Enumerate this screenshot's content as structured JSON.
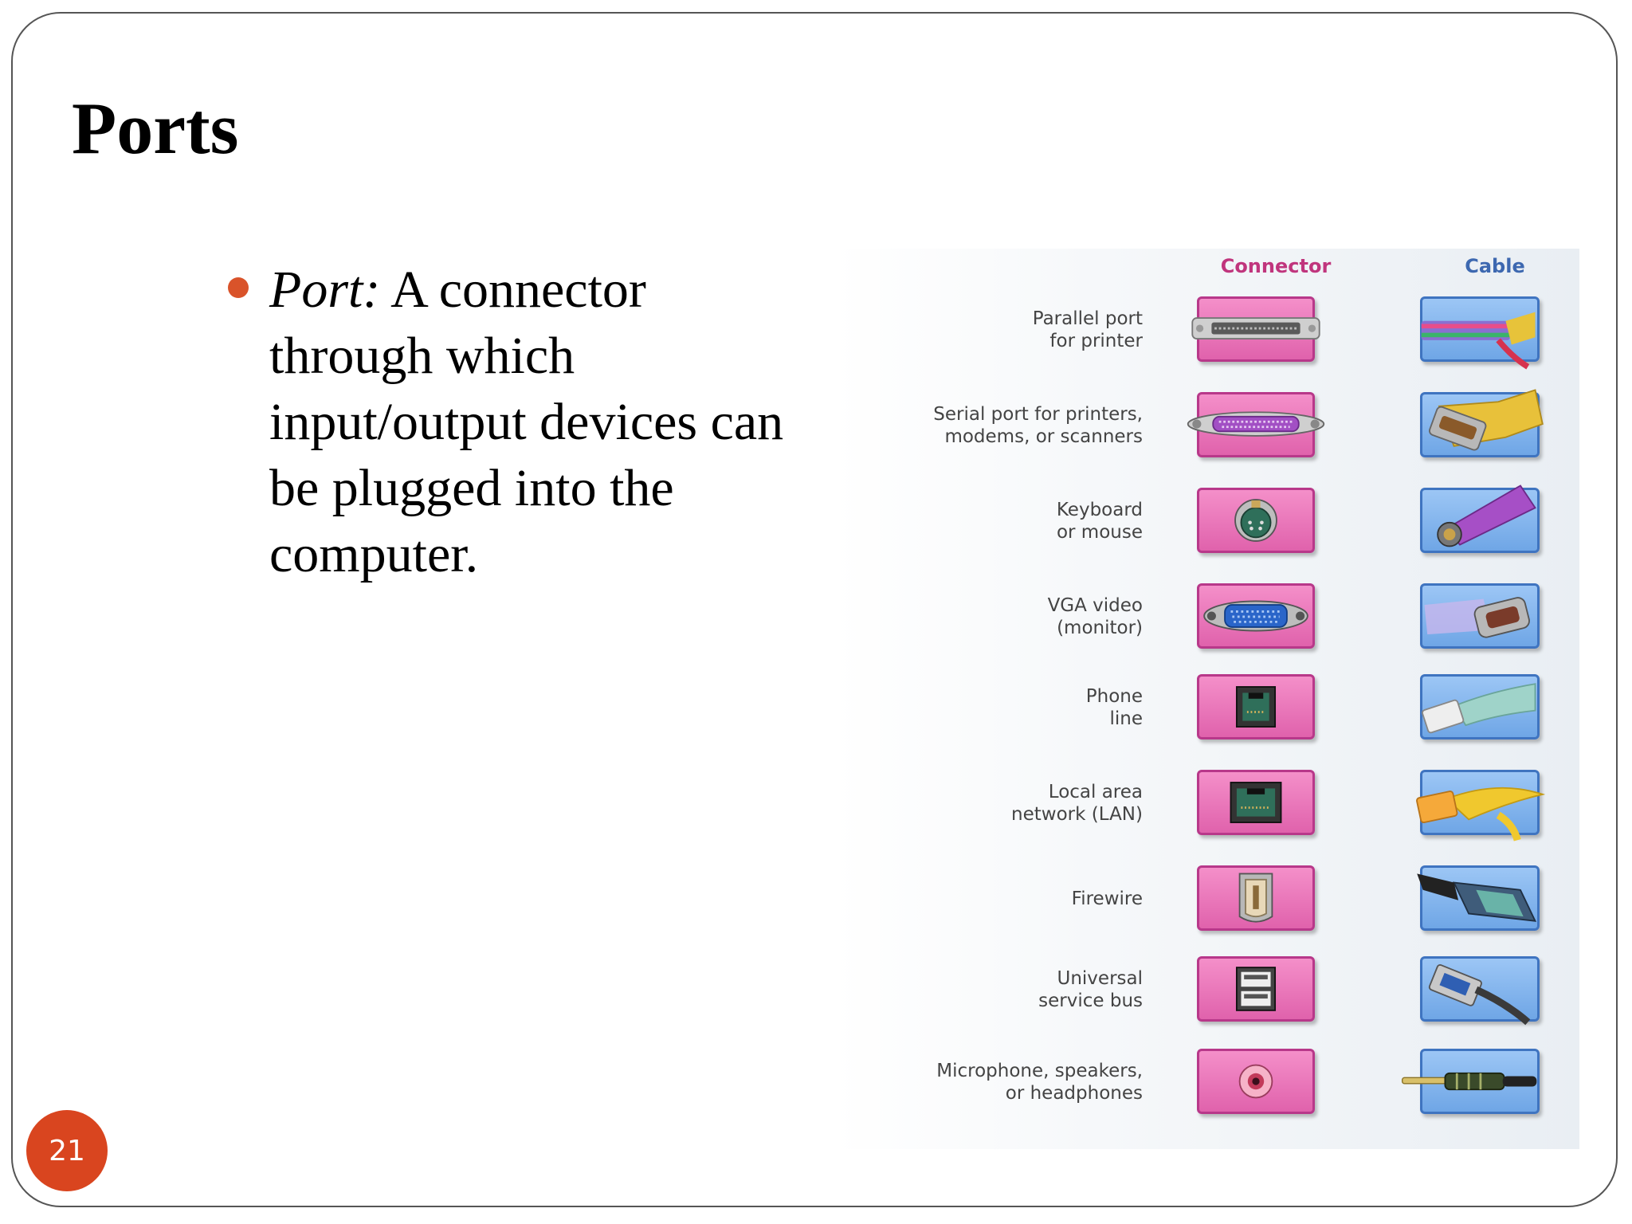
{
  "slide": {
    "title": "Ports",
    "bullet": {
      "term": "Port:",
      "definition": " A connector through which input/output devices can be plugged into the computer."
    },
    "page_number": "21"
  },
  "figure": {
    "headers": {
      "connector": "Connector",
      "cable": "Cable"
    },
    "rows": [
      {
        "label": "Parallel port\nfor printer",
        "connector_icon": "parallel-port-icon",
        "cable_icon": "parallel-cable-icon"
      },
      {
        "label": "Serial port for printers,\nmodems, or scanners",
        "connector_icon": "serial-port-icon",
        "cable_icon": "serial-cable-icon"
      },
      {
        "label": "Keyboard\nor mouse",
        "connector_icon": "ps2-port-icon",
        "cable_icon": "ps2-cable-icon"
      },
      {
        "label": "VGA video\n(monitor)",
        "connector_icon": "vga-port-icon",
        "cable_icon": "vga-cable-icon"
      },
      {
        "label": "Phone\nline",
        "connector_icon": "phone-jack-icon",
        "cable_icon": "phone-cable-icon"
      },
      {
        "label": "Local area\nnetwork (LAN)",
        "connector_icon": "lan-jack-icon",
        "cable_icon": "lan-cable-icon"
      },
      {
        "label": "Firewire",
        "connector_icon": "firewire-port-icon",
        "cable_icon": "firewire-cable-icon"
      },
      {
        "label": "Universal\nservice bus",
        "connector_icon": "usb-port-icon",
        "cable_icon": "usb-cable-icon"
      },
      {
        "label": "Microphone, speakers,\nor headphones",
        "connector_icon": "audio-jack-icon",
        "cable_icon": "audio-plug-icon"
      }
    ]
  },
  "colors": {
    "bullet": "#d9532a",
    "badge": "#d9451f",
    "connector_header": "#c0357d",
    "cable_header": "#3d68b0"
  }
}
